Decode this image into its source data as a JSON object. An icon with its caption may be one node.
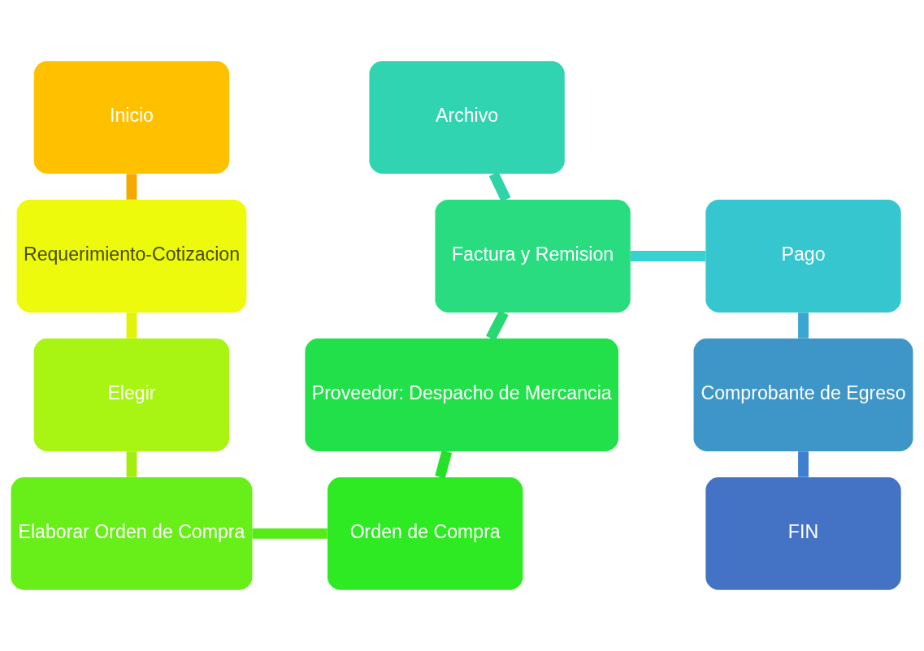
{
  "diagram": {
    "nodes": [
      {
        "text": [
          "Inicio"
        ]
      },
      {
        "text": [
          "Requerimiento-Cotizacion"
        ]
      },
      {
        "text": [
          "Elegir"
        ]
      },
      {
        "text": [
          "Elaborar Orden de Compra"
        ]
      },
      {
        "text": [
          "Orden de Compra"
        ]
      },
      {
        "text": [
          "Proveedor: Despacho de Mercancia"
        ]
      },
      {
        "text": [
          "Factura y Remision"
        ]
      },
      {
        "text": [
          "Archivo"
        ]
      },
      {
        "text": [
          "Pago"
        ]
      },
      {
        "text": [
          "Comprobante de Egreso"
        ]
      },
      {
        "text": [
          "FIN"
        ]
      }
    ],
    "edges": [
      {
        "from": 0,
        "to": 1,
        "arrow": "none",
        "color": "#f5a800"
      },
      {
        "from": 1,
        "to": 2,
        "arrow": "none",
        "color": "#e2f20a"
      },
      {
        "from": 2,
        "to": 3,
        "arrow": "none",
        "color": "#a2ee10"
      },
      {
        "from": 3,
        "to": 4,
        "arrow": "none",
        "color": "#56ea18"
      },
      {
        "from": 4,
        "to": 5,
        "arrow": "none",
        "color": "#25e12a"
      },
      {
        "from": 5,
        "to": 6,
        "arrow": "none",
        "color": "#2ad873"
      },
      {
        "from": 6,
        "to": 7,
        "arrow": "none",
        "color": "#2ed4a6"
      },
      {
        "from": 6,
        "to": 8,
        "arrow": "none",
        "color": "#36d2d2"
      },
      {
        "from": 8,
        "to": 9,
        "arrow": "none",
        "color": "#3aa6d2"
      },
      {
        "from": 9,
        "to": 10,
        "arrow": "none",
        "color": "#3e7fcf"
      }
    ]
  }
}
